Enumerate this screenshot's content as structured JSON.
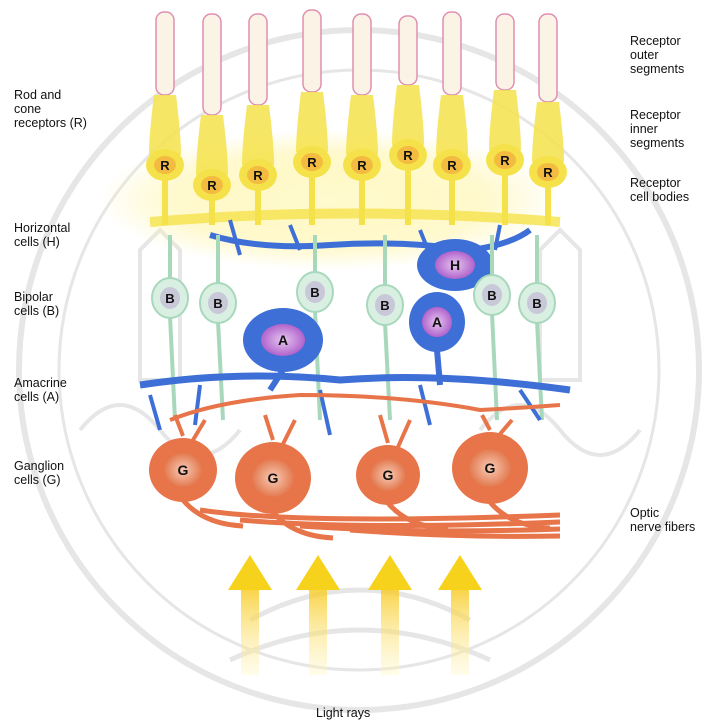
{
  "labels": {
    "left": {
      "rod_cone": "Rod and\ncone\nreceptors (R)",
      "horizontal": "Horizontal\ncells (H)",
      "bipolar": "Bipolar\ncells (B)",
      "amacrine": "Amacrine\ncells (A)",
      "ganglion": "Ganglion\ncells (G)"
    },
    "right": {
      "outer": "Receptor\nouter\nsegments",
      "inner": "Receptor\ninner\nsegments",
      "bodies": "Receptor\ncell bodies",
      "optic": "Optic\nnerve fibers"
    },
    "bottom": {
      "light": "Light rays"
    }
  },
  "cell_letters": {
    "receptor": "R",
    "horizontal": "H",
    "bipolar": "B",
    "amacrine": "A",
    "ganglion": "G"
  },
  "colors": {
    "receptor": "#f5e24a",
    "receptor_glow": "#fff3a0",
    "rod_outline": "#e08fb0",
    "horizontal": "#3d6fd6",
    "amacrine": "#3d6fd6",
    "bipolar": "#cfe8d8",
    "ganglion": "#e8744a",
    "nucleus": "#c06bd6",
    "watermark": "#e4e4e4",
    "arrow": "#f7d21c"
  }
}
